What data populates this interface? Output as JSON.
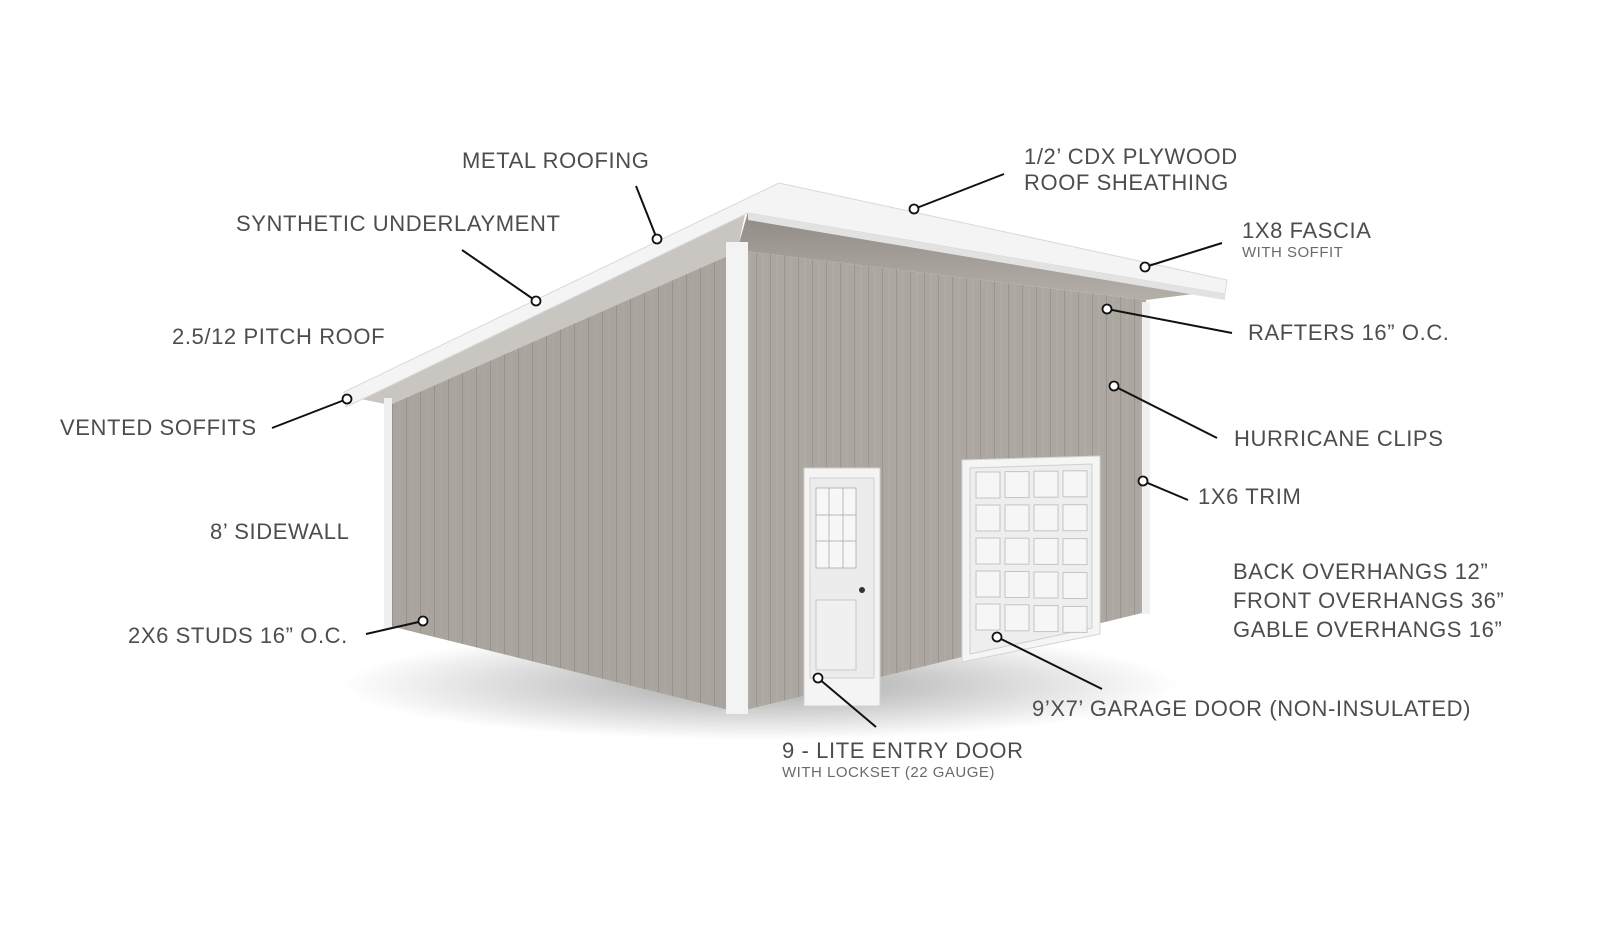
{
  "labels": {
    "metal_roofing": "METAL ROOFING",
    "synthetic_underlayment": "SYNTHETIC UNDERLAYMENT",
    "pitch_roof": "2.5/12 PITCH ROOF",
    "vented_soffits": "VENTED SOFFITS",
    "sidewall": "8’ SIDEWALL",
    "studs": "2X6 STUDS 16” O.C.",
    "plywood_line1": "1/2’ CDX PLYWOOD",
    "plywood_line2": "ROOF SHEATHING",
    "fascia": "1X8 FASCIA",
    "fascia_sub": "WITH SOFFIT",
    "rafters": "RAFTERS 16” O.C.",
    "hurricane_clips": "HURRICANE CLIPS",
    "trim": "1X6 TRIM",
    "back_overhangs": "BACK OVERHANGS 12”",
    "front_overhangs": "FRONT OVERHANGS 36”",
    "gable_overhangs": "GABLE OVERHANGS 16”",
    "garage_door": "9’X7’ GARAGE DOOR (NON-INSULATED)",
    "entry_door": "9 - LITE ENTRY DOOR",
    "entry_door_sub": "WITH LOCKSET (22 GAUGE)"
  },
  "colors": {
    "siding": "#a8a39d",
    "siding_dark": "#9a958f",
    "trim": "#f2f2f2",
    "label_text": "#4d4d4d",
    "leader_line": "#111111"
  }
}
